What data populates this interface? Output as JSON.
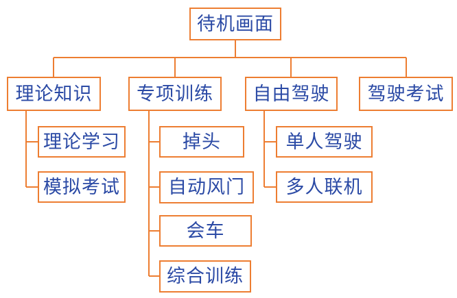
{
  "diagram": {
    "type": "tree",
    "colors": {
      "node_border": "#ED7D31",
      "connector": "#ED7D31",
      "node_text": "#2B4AA5",
      "background": "#FFFFFF"
    },
    "root": {
      "label": "待机画面"
    },
    "branches": [
      {
        "label": "理论知识",
        "children": [
          {
            "label": "理论学习"
          },
          {
            "label": "模拟考试"
          }
        ]
      },
      {
        "label": "专项训练",
        "children": [
          {
            "label": "掉头"
          },
          {
            "label": "自动风门"
          },
          {
            "label": "会车"
          },
          {
            "label": "综合训练"
          }
        ]
      },
      {
        "label": "自由驾驶",
        "children": [
          {
            "label": "单人驾驶"
          },
          {
            "label": "多人联机"
          }
        ]
      },
      {
        "label": "驾驶考试",
        "children": []
      }
    ]
  }
}
